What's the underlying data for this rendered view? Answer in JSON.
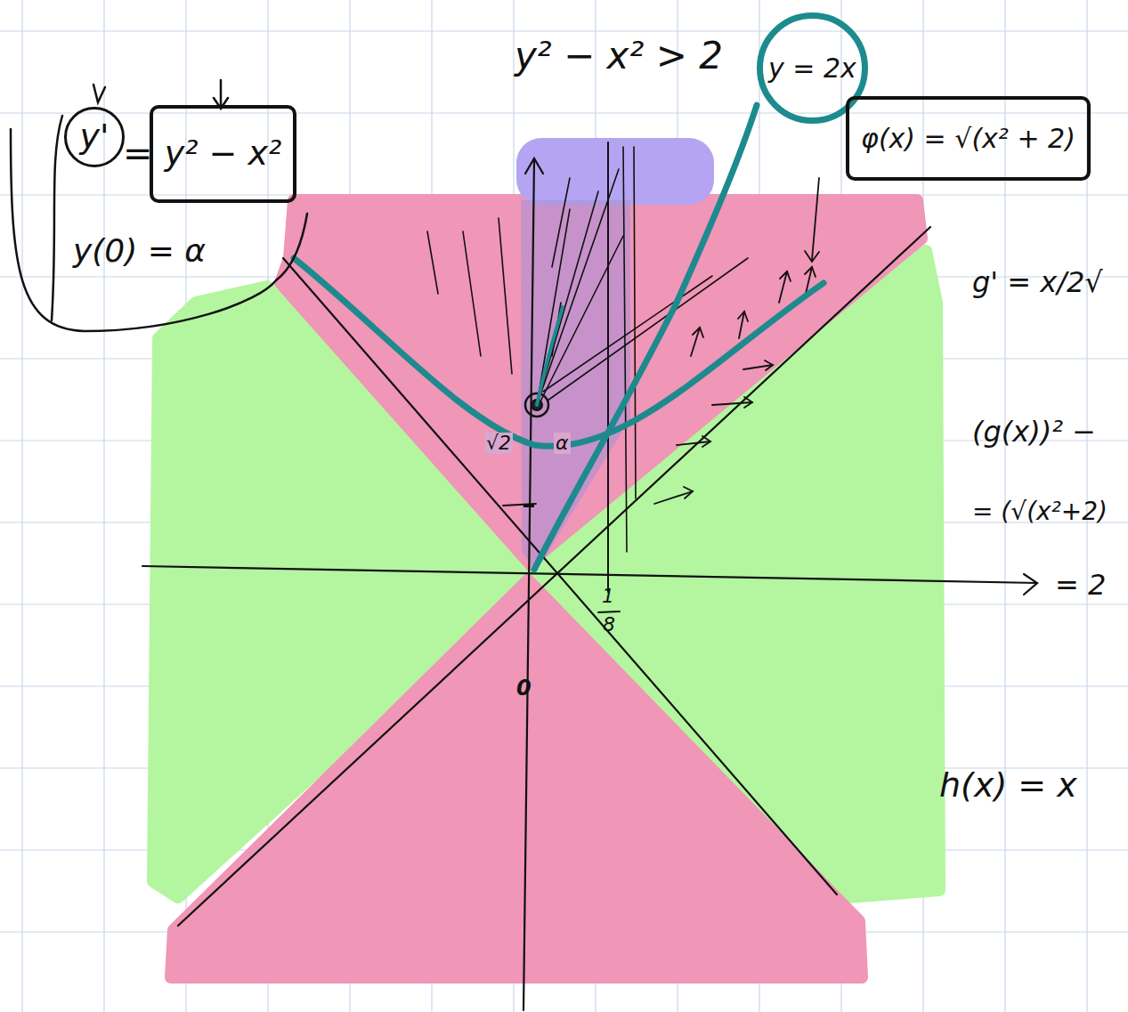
{
  "diagram": {
    "nodes": [
      {
        "text": [
          "y'"
        ]
      },
      {
        "text": [
          "y² − x²"
        ]
      },
      {
        "text": [
          "y = 2x"
        ]
      },
      {
        "text": [
          "φ(x) = √(x² + 2)"
        ]
      }
    ],
    "labels": [
      "y² − x² > 2",
      "=",
      "y(0) = α",
      "g' = x/2√",
      "(g(x))² −",
      "= (√(x²+2)",
      "= 2",
      "√2",
      "α",
      "1",
      "8",
      "0",
      "h(x) = x"
    ]
  }
}
